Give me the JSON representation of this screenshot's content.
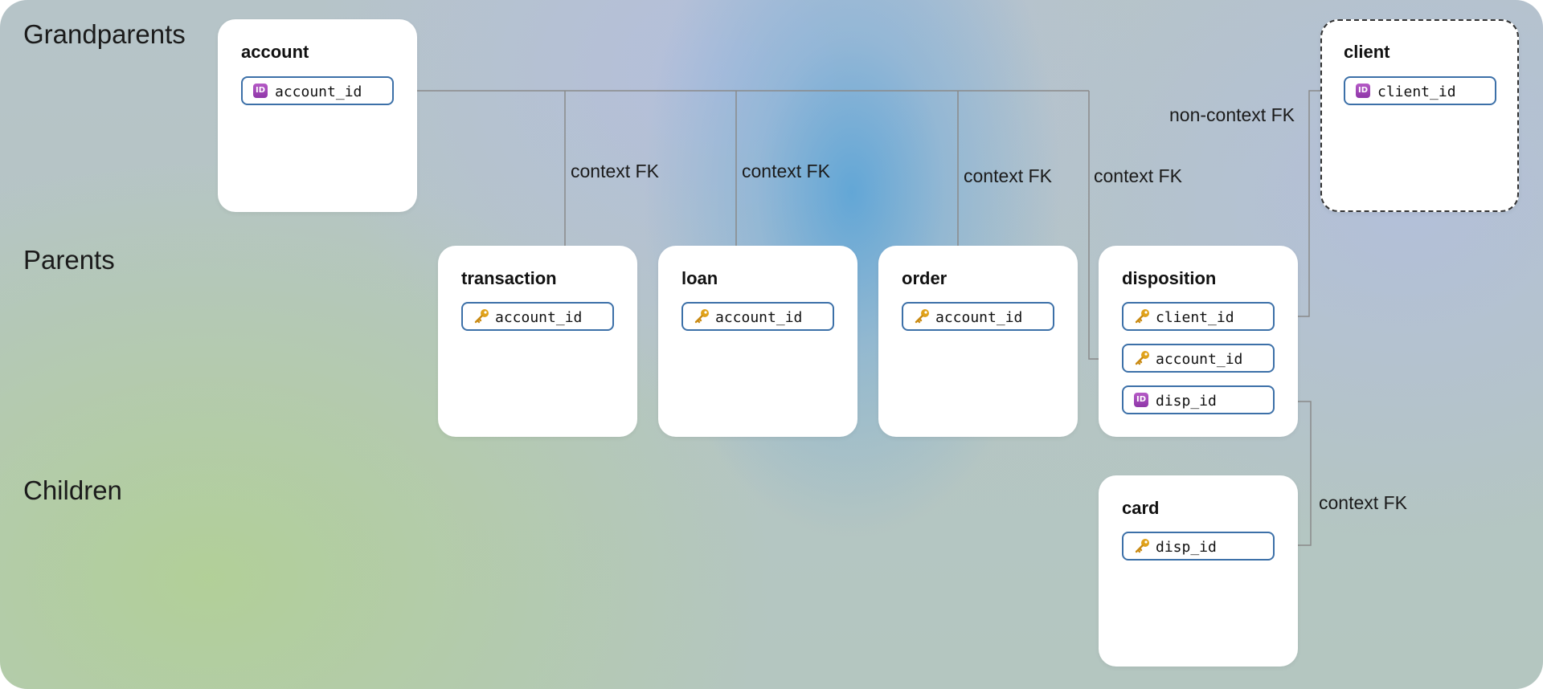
{
  "levels": {
    "grandparents": "Grandparents",
    "parents": "Parents",
    "children": "Children"
  },
  "tables": {
    "account": {
      "name": "account",
      "fields": [
        {
          "name": "account_id",
          "icon": "id-icon"
        }
      ]
    },
    "client": {
      "name": "client",
      "fields": [
        {
          "name": "client_id",
          "icon": "id-icon"
        }
      ]
    },
    "transaction": {
      "name": "transaction",
      "fields": [
        {
          "name": "account_id",
          "icon": "key-icon"
        }
      ]
    },
    "loan": {
      "name": "loan",
      "fields": [
        {
          "name": "account_id",
          "icon": "key-icon"
        }
      ]
    },
    "order": {
      "name": "order",
      "fields": [
        {
          "name": "account_id",
          "icon": "key-icon"
        }
      ]
    },
    "disposition": {
      "name": "disposition",
      "fields": [
        {
          "name": "client_id",
          "icon": "key-icon"
        },
        {
          "name": "account_id",
          "icon": "key-icon"
        },
        {
          "name": "disp_id",
          "icon": "id-icon"
        }
      ]
    },
    "card": {
      "name": "card",
      "fields": [
        {
          "name": "disp_id",
          "icon": "key-icon"
        }
      ]
    }
  },
  "edges": {
    "transaction_account": "context FK",
    "loan_account": "context FK",
    "order_account": "context FK",
    "disposition_account": "context FK",
    "disposition_client": "non-context FK",
    "card_disposition": "context FK"
  },
  "colors": {
    "field_border": "#3c70a8",
    "connector": "#8a8a8a",
    "id_icon": "#9b3fb5",
    "key_icon": "#e0a21a"
  }
}
